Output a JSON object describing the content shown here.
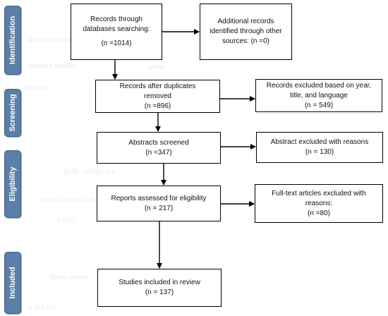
{
  "stages": {
    "identification": "Identification",
    "screening": "Screening",
    "eligibility": "Eligibility",
    "included": "Included"
  },
  "boxes": {
    "records_db": {
      "line1": "Records through",
      "line2": "databases searching:",
      "line3": "(n =1014)"
    },
    "additional_records": {
      "line1": "Additional records",
      "line2": "identified through other",
      "line3": "sources: (n =0)"
    },
    "after_duplicates": {
      "line1": "Records after duplicates",
      "line2": "removed",
      "line3": "(n =896)"
    },
    "excluded_year": {
      "line1": "Records excluded based on year,",
      "line2": "title, and language",
      "line3": "(n = 549)"
    },
    "abstracts_screened": {
      "line1": "Abstracts screened",
      "line2": "(n =347)"
    },
    "abstract_excluded": {
      "line1": "Abstract excluded with reasons",
      "line2": "(n = 130)"
    },
    "reports_assessed": {
      "line1": "Reports assessed for eligibility",
      "line2": "(n = 217)"
    },
    "fulltext_excluded": {
      "line1": "Full-text articles excluded with",
      "line2": "reasons:",
      "line3": "(n =80)"
    },
    "studies_included": {
      "line1": "Studies included in review",
      "line2": "(n = 137)"
    }
  },
  "colors": {
    "stage_fill": "#5b7fa6",
    "stage_border": "#3f6187",
    "line": "#000000"
  }
}
